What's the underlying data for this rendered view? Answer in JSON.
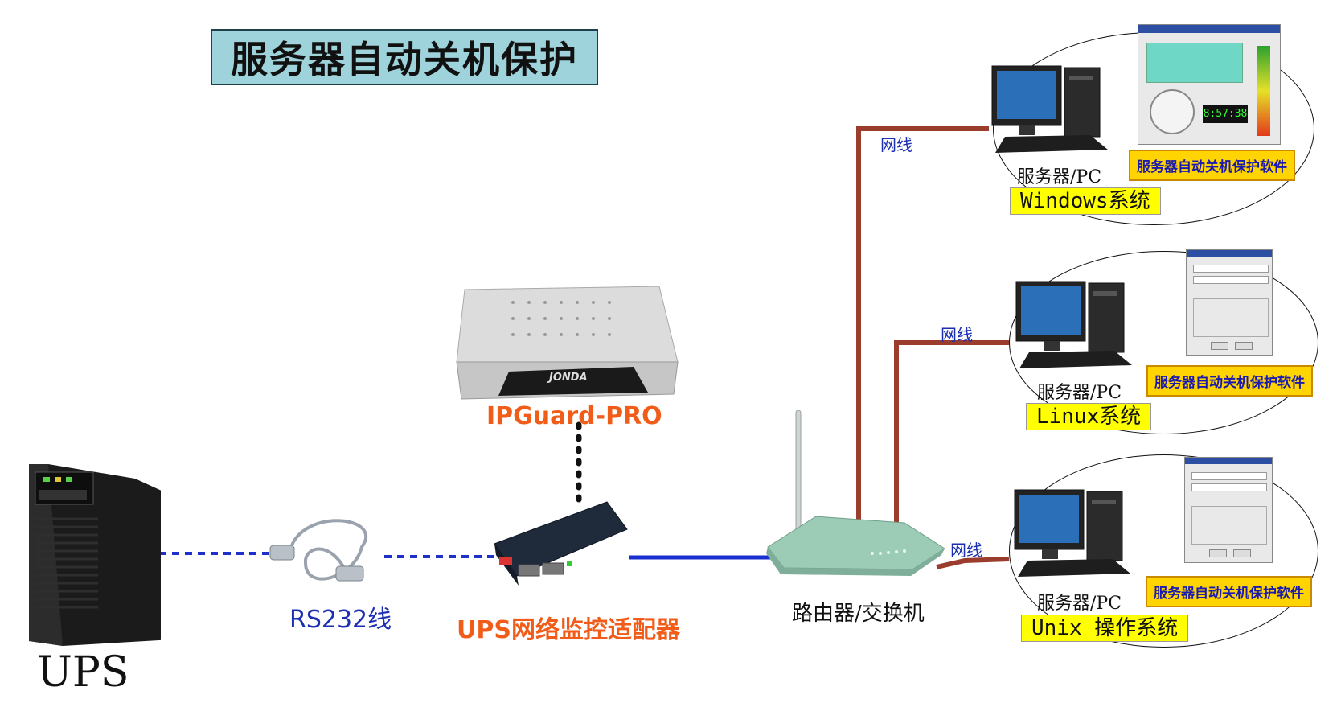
{
  "title": "服务器自动关机保护",
  "ups_label": "UPS",
  "rs232_label": "RS232线",
  "ipguard_label": "IPGuard-PRO",
  "ipguard_brand": "JONDA",
  "adapter_label": "UPS网络监控适配器",
  "router_label": "路由器/交换机",
  "wire_label": "网线",
  "servers": [
    {
      "pc_label": "服务器/PC",
      "os_label": "Windows系统",
      "software_label": "服务器自动关机保护软件",
      "screen_time": "8:57:38"
    },
    {
      "pc_label": "服务器/PC",
      "os_label": "Linux系统",
      "software_label": "服务器自动关机保护软件"
    },
    {
      "pc_label": "服务器/PC",
      "os_label": "Unix 操作系统",
      "software_label": "服务器自动关机保护软件"
    }
  ],
  "colors": {
    "network_wire": "#9b3d2c",
    "serial_dotted": "#1f30c8",
    "title_bg": "#9fd3dc",
    "os_label_bg": "#ffff00",
    "software_label_bg": "#ffd400",
    "orange_text": "#f25c19"
  }
}
